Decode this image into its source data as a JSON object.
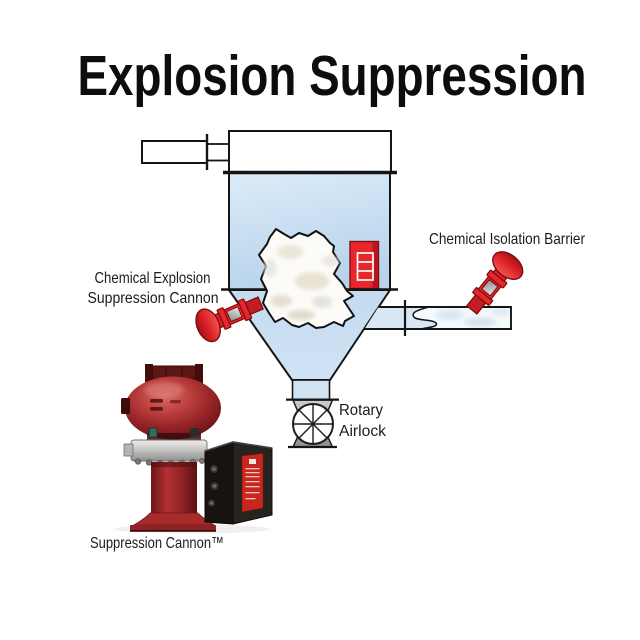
{
  "title": "Explosion Suppression",
  "labels": {
    "isolation_barrier": "Chemical Isolation Barrier",
    "cannon_line1": "Chemical Explosion",
    "cannon_line2": "Suppression Cannon",
    "rotary_line1": "Rotary",
    "rotary_line2": "Airlock",
    "photo_caption": "Suppression Cannon™"
  },
  "components": [
    "collection-vessel",
    "inlet-pipe",
    "clean-air-plenum",
    "explosion-fireball-cloud",
    "pressure-detector",
    "hopper-cone",
    "outlet-duct-with-barrier-agent",
    "chemical-isolation-barrier-cannon",
    "chemical-explosion-suppression-cannon",
    "rotary-airlock",
    "suppression-cannon-product-photo"
  ],
  "colors": {
    "background": "#ffffff",
    "outline": "#151515",
    "vessel_blue_light": "#dcebf7",
    "vessel_blue_dark": "#b7d3ec",
    "suppression_red": "#e8262c",
    "suppression_red_dark": "#7a0c10",
    "airlock_gray": "#b5b5b5",
    "tank_red": "#9a2629",
    "control_box_black": "#1a1714",
    "cloud_white": "#fcfbf8"
  }
}
